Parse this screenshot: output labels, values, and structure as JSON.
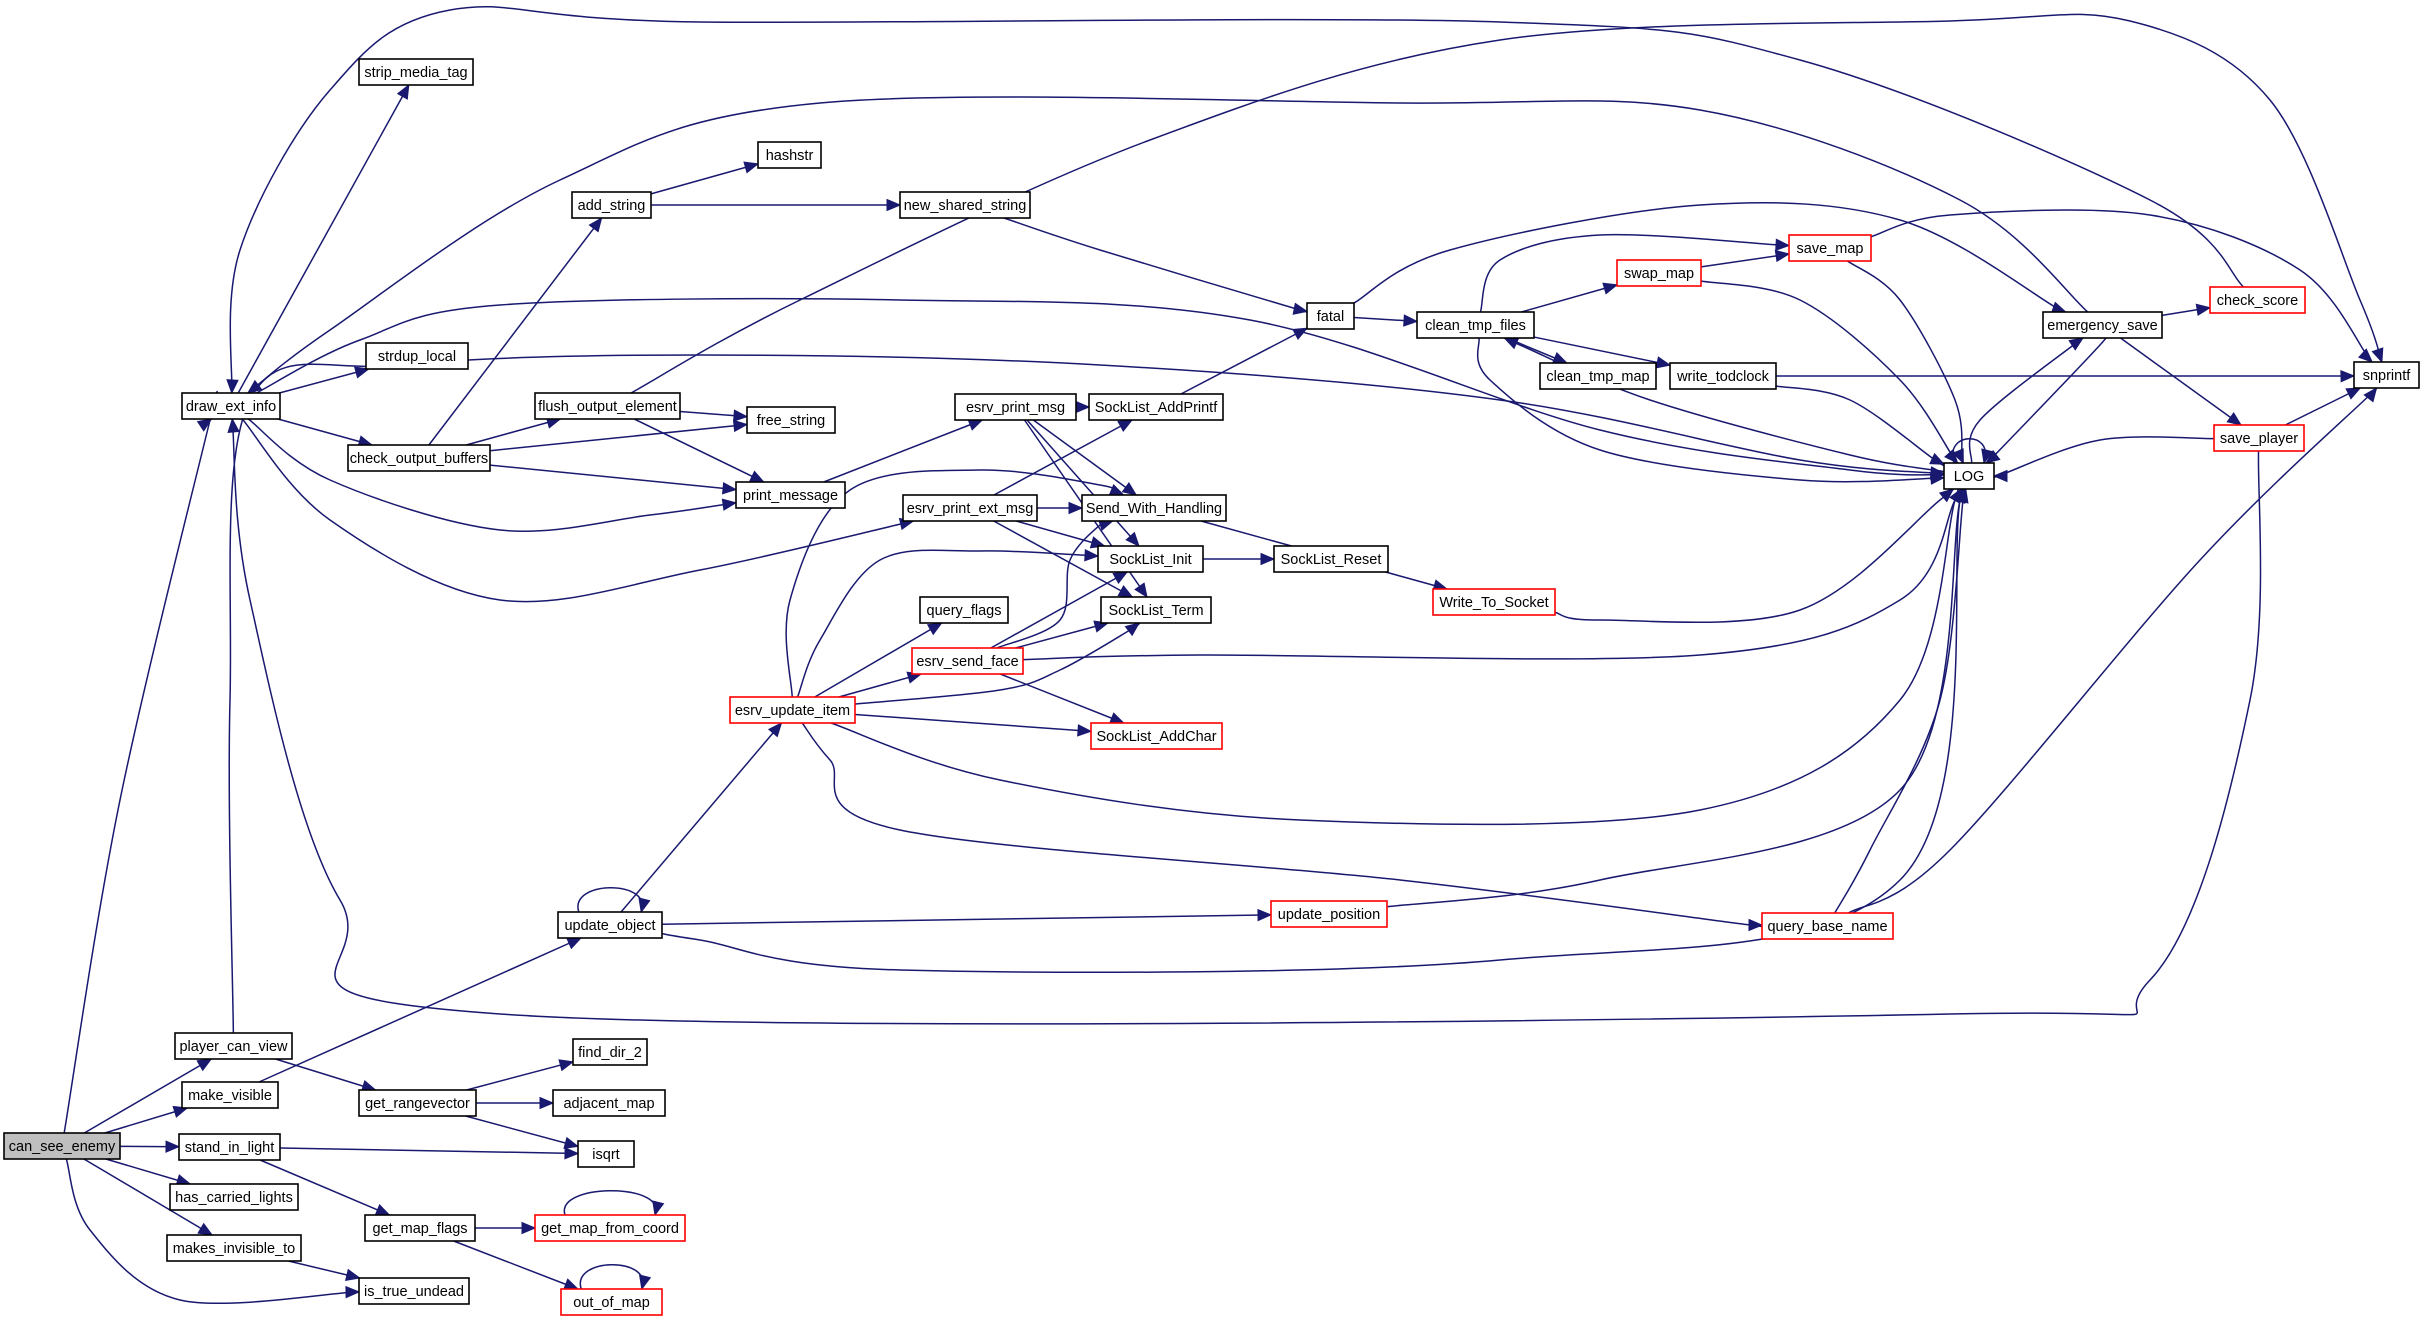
{
  "diagram": {
    "type": "call-graph",
    "root": "can_see_enemy",
    "colors": {
      "edge": "#191970",
      "node_border": "#000000",
      "truncated_border": "#ff0000",
      "root_fill": "#bfbfbf",
      "node_fill": "#ffffff"
    },
    "nodes": [
      {
        "id": "can_see_enemy",
        "label": "can_see_enemy",
        "root": true
      },
      {
        "id": "draw_ext_info",
        "label": "draw_ext_info"
      },
      {
        "id": "strip_media_tag",
        "label": "strip_media_tag"
      },
      {
        "id": "strdup_local",
        "label": "strdup_local"
      },
      {
        "id": "add_string",
        "label": "add_string"
      },
      {
        "id": "hashstr",
        "label": "hashstr"
      },
      {
        "id": "new_shared_string",
        "label": "new_shared_string"
      },
      {
        "id": "flush_output_element",
        "label": "flush_output_element"
      },
      {
        "id": "free_string",
        "label": "free_string"
      },
      {
        "id": "check_output_buffers",
        "label": "check_output_buffers"
      },
      {
        "id": "print_message",
        "label": "print_message"
      },
      {
        "id": "esrv_print_msg",
        "label": "esrv_print_msg"
      },
      {
        "id": "SockList_AddPrintf",
        "label": "SockList_AddPrintf"
      },
      {
        "id": "esrv_print_ext_msg",
        "label": "esrv_print_ext_msg"
      },
      {
        "id": "Send_With_Handling",
        "label": "Send_With_Handling"
      },
      {
        "id": "SockList_Init",
        "label": "SockList_Init"
      },
      {
        "id": "SockList_Reset",
        "label": "SockList_Reset"
      },
      {
        "id": "query_flags",
        "label": "query_flags"
      },
      {
        "id": "SockList_Term",
        "label": "SockList_Term"
      },
      {
        "id": "esrv_send_face",
        "label": "esrv_send_face",
        "truncated": true
      },
      {
        "id": "esrv_update_item",
        "label": "esrv_update_item",
        "truncated": true
      },
      {
        "id": "SockList_AddChar",
        "label": "SockList_AddChar",
        "truncated": true
      },
      {
        "id": "fatal",
        "label": "fatal"
      },
      {
        "id": "clean_tmp_files",
        "label": "clean_tmp_files"
      },
      {
        "id": "swap_map",
        "label": "swap_map",
        "truncated": true
      },
      {
        "id": "save_map",
        "label": "save_map",
        "truncated": true
      },
      {
        "id": "clean_tmp_map",
        "label": "clean_tmp_map"
      },
      {
        "id": "write_todclock",
        "label": "write_todclock"
      },
      {
        "id": "Write_To_Socket",
        "label": "Write_To_Socket",
        "truncated": true
      },
      {
        "id": "LOG",
        "label": "LOG"
      },
      {
        "id": "emergency_save",
        "label": "emergency_save"
      },
      {
        "id": "check_score",
        "label": "check_score",
        "truncated": true
      },
      {
        "id": "save_player",
        "label": "save_player",
        "truncated": true
      },
      {
        "id": "snprintf",
        "label": "snprintf"
      },
      {
        "id": "update_object",
        "label": "update_object"
      },
      {
        "id": "update_position",
        "label": "update_position",
        "truncated": true
      },
      {
        "id": "query_base_name",
        "label": "query_base_name",
        "truncated": true
      },
      {
        "id": "player_can_view",
        "label": "player_can_view"
      },
      {
        "id": "make_visible",
        "label": "make_visible"
      },
      {
        "id": "find_dir_2",
        "label": "find_dir_2"
      },
      {
        "id": "get_rangevector",
        "label": "get_rangevector"
      },
      {
        "id": "adjacent_map",
        "label": "adjacent_map"
      },
      {
        "id": "stand_in_light",
        "label": "stand_in_light"
      },
      {
        "id": "isqrt",
        "label": "isqrt"
      },
      {
        "id": "has_carried_lights",
        "label": "has_carried_lights"
      },
      {
        "id": "get_map_flags",
        "label": "get_map_flags"
      },
      {
        "id": "get_map_from_coord",
        "label": "get_map_from_coord",
        "truncated": true
      },
      {
        "id": "makes_invisible_to",
        "label": "makes_invisible_to"
      },
      {
        "id": "is_true_undead",
        "label": "is_true_undead"
      },
      {
        "id": "out_of_map",
        "label": "out_of_map",
        "truncated": true
      }
    ],
    "edges": [
      [
        "can_see_enemy",
        "draw_ext_info"
      ],
      [
        "can_see_enemy",
        "player_can_view"
      ],
      [
        "can_see_enemy",
        "make_visible"
      ],
      [
        "can_see_enemy",
        "stand_in_light"
      ],
      [
        "can_see_enemy",
        "has_carried_lights"
      ],
      [
        "can_see_enemy",
        "makes_invisible_to"
      ],
      [
        "can_see_enemy",
        "is_true_undead"
      ],
      [
        "draw_ext_info",
        "strip_media_tag"
      ],
      [
        "draw_ext_info",
        "strdup_local"
      ],
      [
        "draw_ext_info",
        "check_output_buffers"
      ],
      [
        "draw_ext_info",
        "print_message"
      ],
      [
        "draw_ext_info",
        "esrv_print_ext_msg"
      ],
      [
        "draw_ext_info",
        "LOG"
      ],
      [
        "check_score",
        "draw_ext_info"
      ],
      [
        "emergency_save",
        "draw_ext_info"
      ],
      [
        "save_player",
        "draw_ext_info"
      ],
      [
        "check_output_buffers",
        "add_string"
      ],
      [
        "check_output_buffers",
        "flush_output_element"
      ],
      [
        "check_output_buffers",
        "free_string"
      ],
      [
        "check_output_buffers",
        "print_message"
      ],
      [
        "add_string",
        "hashstr"
      ],
      [
        "add_string",
        "new_shared_string"
      ],
      [
        "new_shared_string",
        "fatal"
      ],
      [
        "flush_output_element",
        "free_string"
      ],
      [
        "flush_output_element",
        "print_message"
      ],
      [
        "flush_output_element",
        "snprintf"
      ],
      [
        "print_message",
        "esrv_print_msg"
      ],
      [
        "esrv_print_msg",
        "SockList_AddPrintf"
      ],
      [
        "esrv_print_msg",
        "Send_With_Handling"
      ],
      [
        "esrv_print_msg",
        "SockList_Init"
      ],
      [
        "esrv_print_msg",
        "SockList_Term"
      ],
      [
        "esrv_print_ext_msg",
        "SockList_AddPrintf"
      ],
      [
        "esrv_print_ext_msg",
        "Send_With_Handling"
      ],
      [
        "esrv_print_ext_msg",
        "SockList_Init"
      ],
      [
        "esrv_print_ext_msg",
        "SockList_Term"
      ],
      [
        "SockList_AddPrintf",
        "fatal"
      ],
      [
        "Send_With_Handling",
        "Write_To_Socket"
      ],
      [
        "SockList_Init",
        "SockList_Reset"
      ],
      [
        "Write_To_Socket",
        "LOG"
      ],
      [
        "esrv_update_item",
        "Send_With_Handling"
      ],
      [
        "esrv_update_item",
        "SockList_Init"
      ],
      [
        "esrv_update_item",
        "query_flags"
      ],
      [
        "esrv_update_item",
        "esrv_send_face"
      ],
      [
        "esrv_update_item",
        "SockList_Term"
      ],
      [
        "esrv_update_item",
        "SockList_AddChar"
      ],
      [
        "esrv_update_item",
        "LOG"
      ],
      [
        "esrv_update_item",
        "query_base_name"
      ],
      [
        "esrv_send_face",
        "Send_With_Handling"
      ],
      [
        "esrv_send_face",
        "SockList_Init"
      ],
      [
        "esrv_send_face",
        "SockList_Term"
      ],
      [
        "esrv_send_face",
        "SockList_AddChar"
      ],
      [
        "esrv_send_face",
        "LOG"
      ],
      [
        "fatal",
        "clean_tmp_files"
      ],
      [
        "fatal",
        "emergency_save"
      ],
      [
        "clean_tmp_files",
        "swap_map"
      ],
      [
        "clean_tmp_files",
        "save_map"
      ],
      [
        "clean_tmp_files",
        "clean_tmp_map"
      ],
      [
        "clean_tmp_files",
        "write_todclock"
      ],
      [
        "clean_tmp_files",
        "LOG"
      ],
      [
        "LOG",
        "clean_tmp_files"
      ],
      [
        "swap_map",
        "save_map"
      ],
      [
        "swap_map",
        "LOG"
      ],
      [
        "save_map",
        "LOG"
      ],
      [
        "save_map",
        "snprintf"
      ],
      [
        "write_todclock",
        "LOG"
      ],
      [
        "write_todclock",
        "snprintf"
      ],
      [
        "LOG",
        "LOG"
      ],
      [
        "LOG",
        "emergency_save"
      ],
      [
        "emergency_save",
        "LOG"
      ],
      [
        "emergency_save",
        "check_score"
      ],
      [
        "emergency_save",
        "save_player"
      ],
      [
        "save_player",
        "LOG"
      ],
      [
        "save_player",
        "snprintf"
      ],
      [
        "update_object",
        "update_object"
      ],
      [
        "update_object",
        "esrv_update_item"
      ],
      [
        "update_object",
        "update_position"
      ],
      [
        "update_object",
        "LOG"
      ],
      [
        "update_position",
        "LOG"
      ],
      [
        "query_base_name",
        "LOG"
      ],
      [
        "query_base_name",
        "snprintf"
      ],
      [
        "player_can_view",
        "LOG"
      ],
      [
        "player_can_view",
        "get_rangevector"
      ],
      [
        "make_visible",
        "update_object"
      ],
      [
        "get_rangevector",
        "find_dir_2"
      ],
      [
        "get_rangevector",
        "adjacent_map"
      ],
      [
        "get_rangevector",
        "isqrt"
      ],
      [
        "stand_in_light",
        "isqrt"
      ],
      [
        "stand_in_light",
        "get_map_flags"
      ],
      [
        "get_map_flags",
        "get_map_from_coord"
      ],
      [
        "get_map_flags",
        "out_of_map"
      ],
      [
        "get_map_from_coord",
        "get_map_from_coord"
      ],
      [
        "out_of_map",
        "out_of_map"
      ],
      [
        "makes_invisible_to",
        "is_true_undead"
      ]
    ]
  }
}
